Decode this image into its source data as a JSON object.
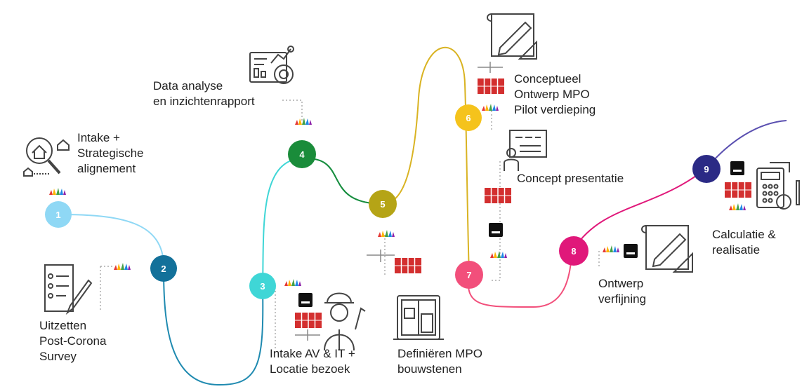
{
  "steps": [
    {
      "number": "1",
      "label": "Intake +\nStrategische\nalignement",
      "color": "#8fd8f5"
    },
    {
      "number": "2",
      "label": "Uitzetten\nPost-Corona\nSurvey",
      "color": "#13719a"
    },
    {
      "number": "3",
      "label": "Intake AV & IT  +\nLocatie bezoek",
      "color": "#3fd6d6"
    },
    {
      "number": "4",
      "label": "Data analyse\nen inzichtenrapport",
      "color": "#1a8c3a"
    },
    {
      "number": "5",
      "label": "Definiëren MPO\nbouwstenen",
      "color": "#b5a416"
    },
    {
      "number": "6",
      "label": "Conceptueel\nOntwerp MPO\nPilot verdieping",
      "color": "#f5c31c"
    },
    {
      "number": "7",
      "label": "Concept presentatie",
      "color": "#f24f7b"
    },
    {
      "number": "8",
      "label": "Ontwerp\nverfijning",
      "color": "#e0187a"
    },
    {
      "number": "9",
      "label": "Calculatie &\nrealisatie",
      "color": "#2b2a85"
    }
  ],
  "icons": {
    "step1": "house-search-icon",
    "step2": "survey-document-icon",
    "step3": "construction-worker-icon",
    "step4": "data-analysis-icon",
    "step5": "floorplan-cabinet-icon",
    "step6": "blueprint-pencil-icon",
    "step7": "presentation-board-icon",
    "step8": "blueprint-pencil-icon",
    "step9": "calculator-icon"
  }
}
